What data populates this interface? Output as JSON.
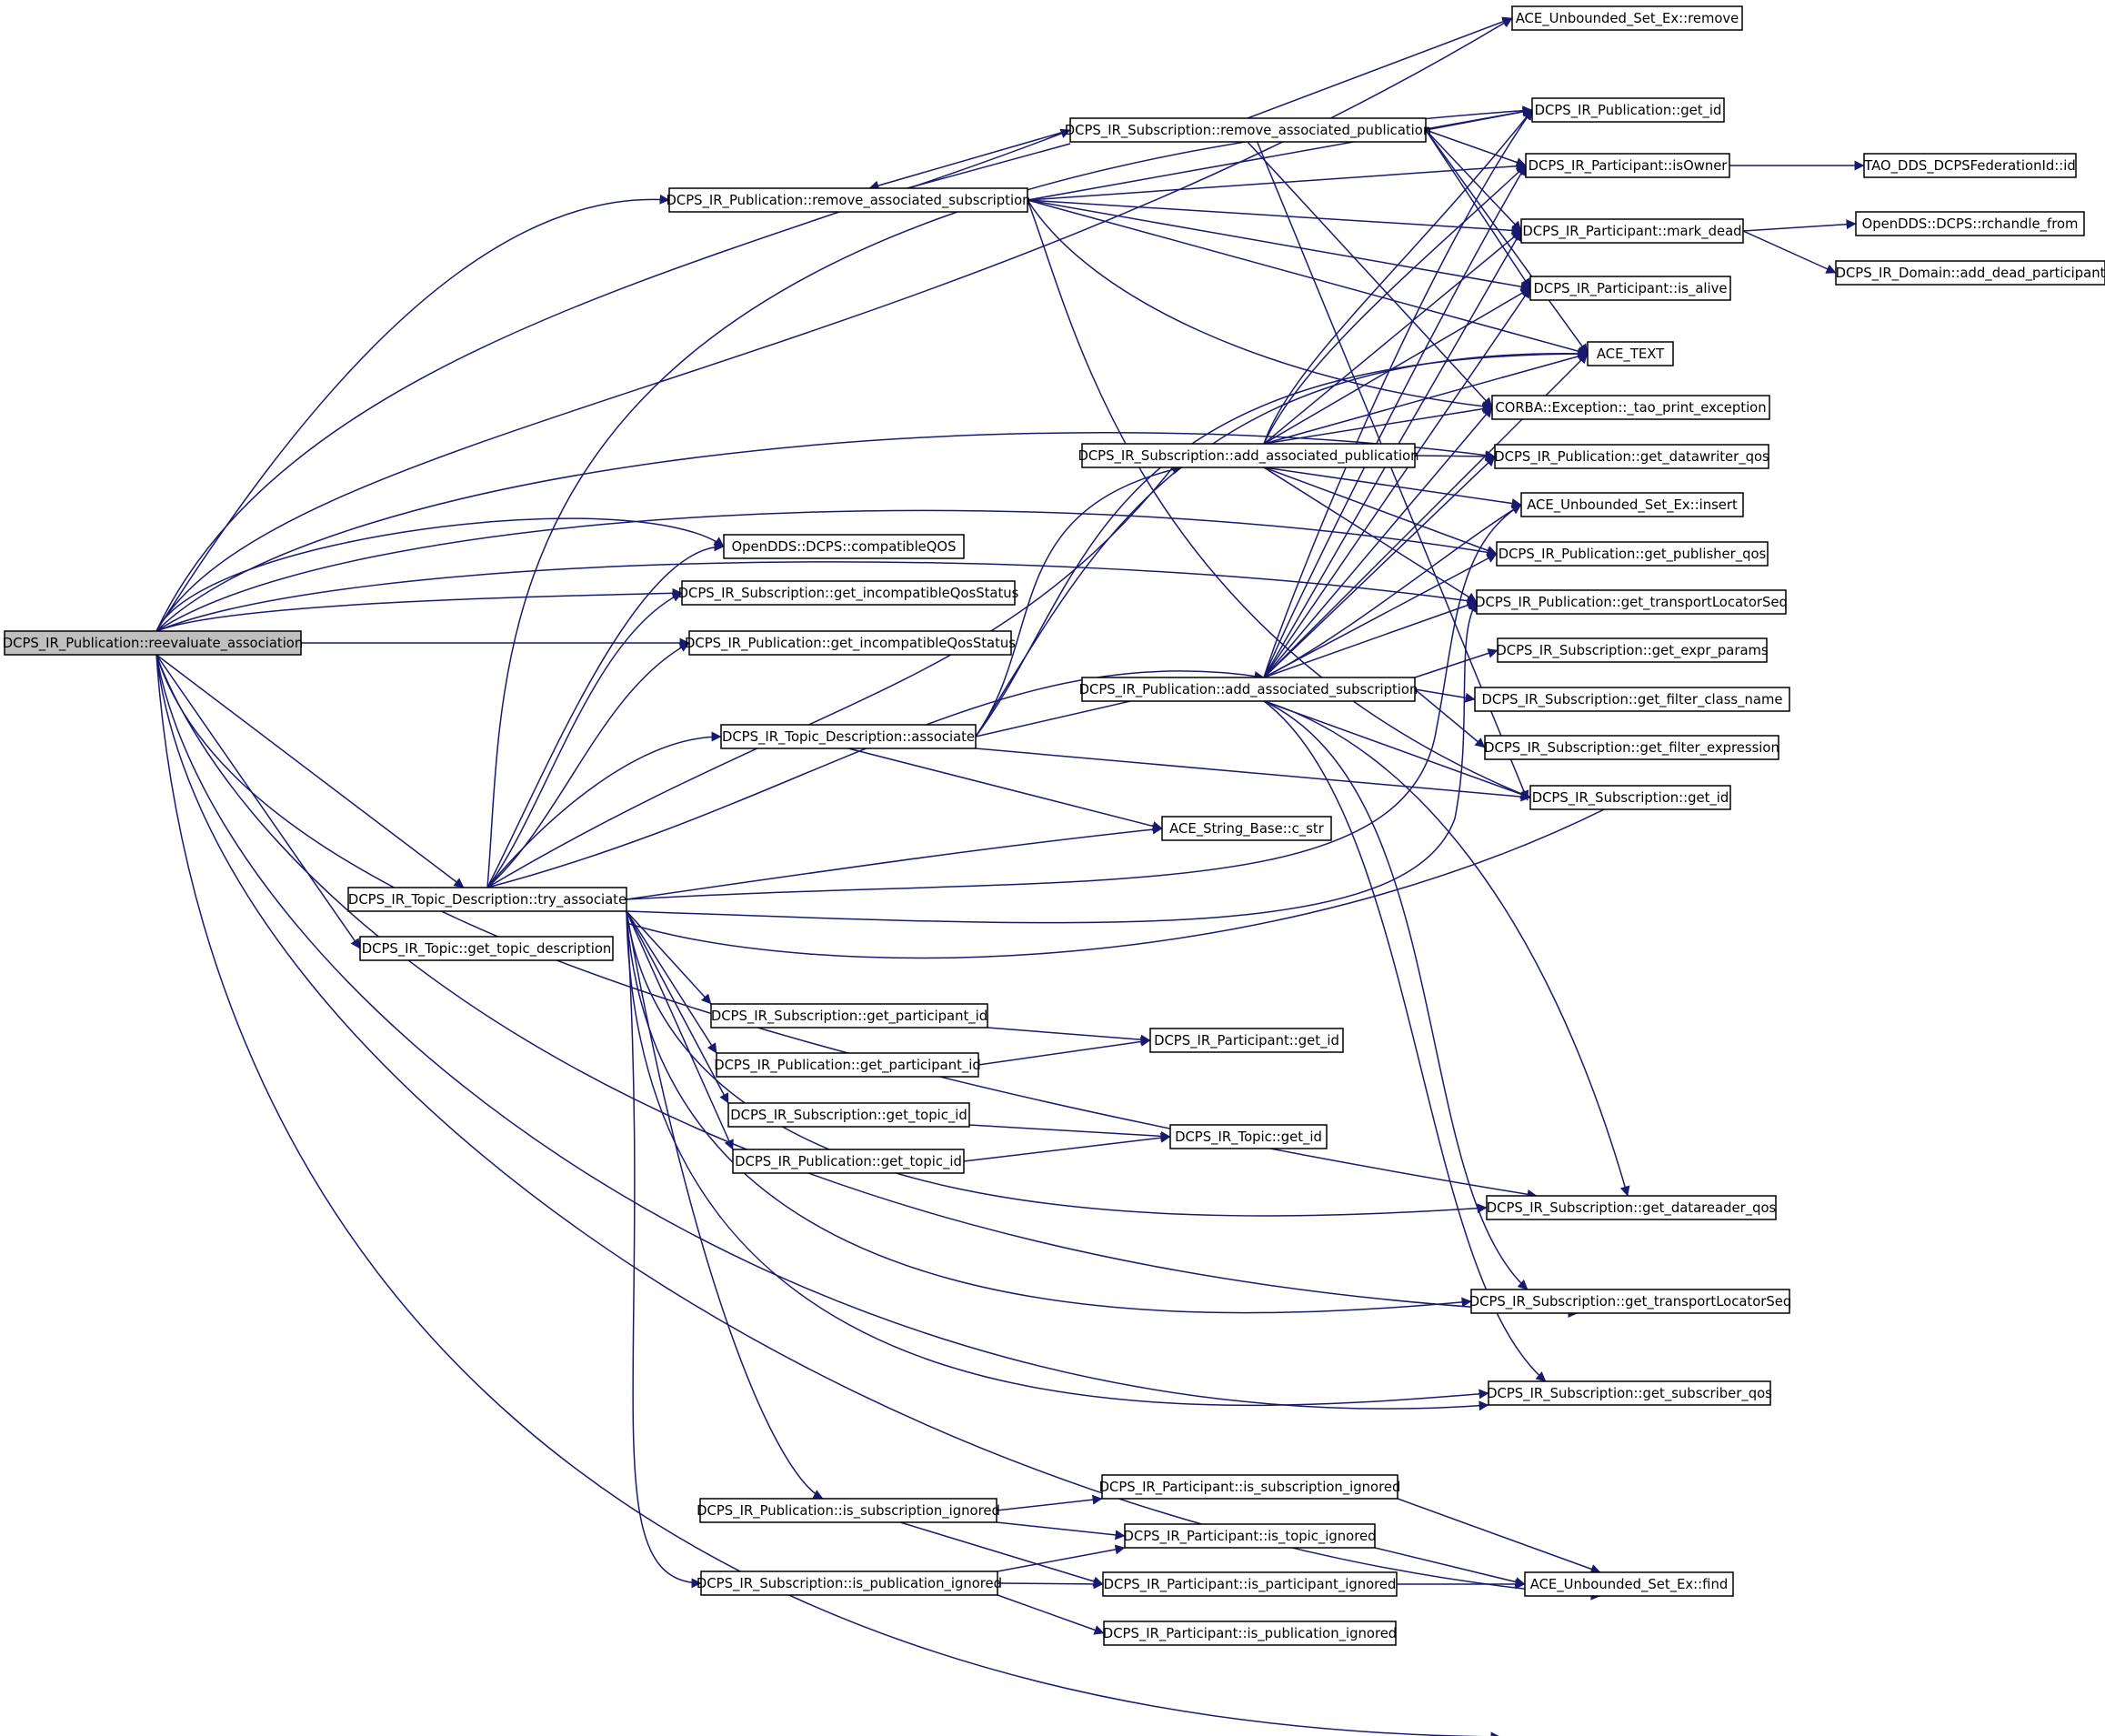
{
  "colors": {
    "edge": "#191970",
    "root_fill": "#bfbfbf",
    "node_fill": "#ffffff",
    "border": "#000000"
  },
  "nodes": {
    "reeval": "DCPS_IR_Publication::reevaluate_association",
    "rem_assoc_sub": "DCPS_IR_Publication::remove_associated_subscription",
    "sub_rem_assoc_pub": "DCPS_IR_Subscription::remove_associated_publication",
    "ace_set_remove": "ACE_Unbounded_Set_Ex::remove",
    "pub_get_id": "DCPS_IR_Publication::get_id",
    "part_isowner": "DCPS_IR_Participant::isOwner",
    "fed_id": "TAO_DDS_DCPSFederationId::id",
    "part_mark_dead": "DCPS_IR_Participant::mark_dead",
    "rchandle_from": "OpenDDS::DCPS::rchandle_from",
    "add_dead": "DCPS_IR_Domain::add_dead_participant",
    "part_is_alive": "DCPS_IR_Participant::is_alive",
    "ace_text": "ACE_TEXT",
    "corba_ex": "CORBA::Exception::_tao_print_exception",
    "sub_add_assoc_pub": "DCPS_IR_Subscription::add_associated_publication",
    "pub_dw_qos": "DCPS_IR_Publication::get_datawriter_qos",
    "ace_set_insert": "ACE_Unbounded_Set_Ex::insert",
    "compat_qos": "OpenDDS::DCPS::compatibleQOS",
    "pub_publisher_qos": "DCPS_IR_Publication::get_publisher_qos",
    "sub_incompat": "DCPS_IR_Subscription::get_incompatibleQosStatus",
    "pub_tls": "DCPS_IR_Publication::get_transportLocatorSeq",
    "pub_incompat": "DCPS_IR_Publication::get_incompatibleQosStatus",
    "sub_expr_params": "DCPS_IR_Subscription::get_expr_params",
    "pub_add_assoc_sub": "DCPS_IR_Publication::add_associated_subscription",
    "sub_filter_class": "DCPS_IR_Subscription::get_filter_class_name",
    "topicdesc_associate": "DCPS_IR_Topic_Description::associate",
    "sub_filter_expr": "DCPS_IR_Subscription::get_filter_expression",
    "sub_get_id": "DCPS_IR_Subscription::get_id",
    "c_str": "ACE_String_Base::c_str",
    "try_associate": "DCPS_IR_Topic_Description::try_associate",
    "topic_get_desc": "DCPS_IR_Topic::get_topic_description",
    "sub_part_id": "DCPS_IR_Subscription::get_participant_id",
    "part_get_id": "DCPS_IR_Participant::get_id",
    "pub_part_id": "DCPS_IR_Publication::get_participant_id",
    "sub_topic_id": "DCPS_IR_Subscription::get_topic_id",
    "topic_get_id": "DCPS_IR_Topic::get_id",
    "pub_topic_id": "DCPS_IR_Publication::get_topic_id",
    "sub_dr_qos": "DCPS_IR_Subscription::get_datareader_qos",
    "sub_tls": "DCPS_IR_Subscription::get_transportLocatorSeq",
    "sub_subscriber_qos": "DCPS_IR_Subscription::get_subscriber_qos",
    "part_sub_ignored": "DCPS_IR_Participant::is_subscription_ignored",
    "pub_sub_ignored": "DCPS_IR_Publication::is_subscription_ignored",
    "part_topic_ignored": "DCPS_IR_Participant::is_topic_ignored",
    "sub_pub_ignored": "DCPS_IR_Subscription::is_publication_ignored",
    "part_part_ignored": "DCPS_IR_Participant::is_participant_ignored",
    "ace_set_find": "ACE_Unbounded_Set_Ex::find",
    "part_pub_ignored": "DCPS_IR_Participant::is_publication_ignored"
  }
}
